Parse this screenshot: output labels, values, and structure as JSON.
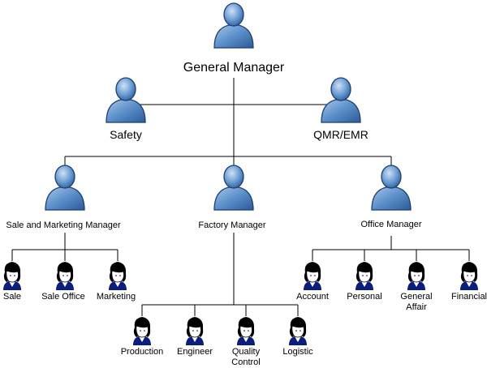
{
  "colors": {
    "line": "#000000",
    "manager_body": "#5a8fc9",
    "staff_hair": "#000000",
    "staff_skin": "#ffffff",
    "staff_shirt": "#0b1f7a"
  },
  "icons": {
    "manager": "manager-person-icon",
    "staff": "staff-person-icon"
  },
  "org": {
    "general_manager": "General Manager",
    "safety": "Safety",
    "qmr_emr": "QMR/EMR",
    "sale_marketing_manager": "Sale and Marketing Manager",
    "factory_manager": "Factory Manager",
    "office_manager": "Office Manager",
    "sale": "Sale",
    "sale_office": "Sale Office",
    "marketing": "Marketing",
    "account": "Account",
    "personal": "Personal",
    "general_affair": "General\nAffair",
    "financial": "Financial",
    "production": "Production",
    "engineer": "Engineer",
    "quality_control": "Quality\nControl",
    "logistic": "Logistic"
  }
}
